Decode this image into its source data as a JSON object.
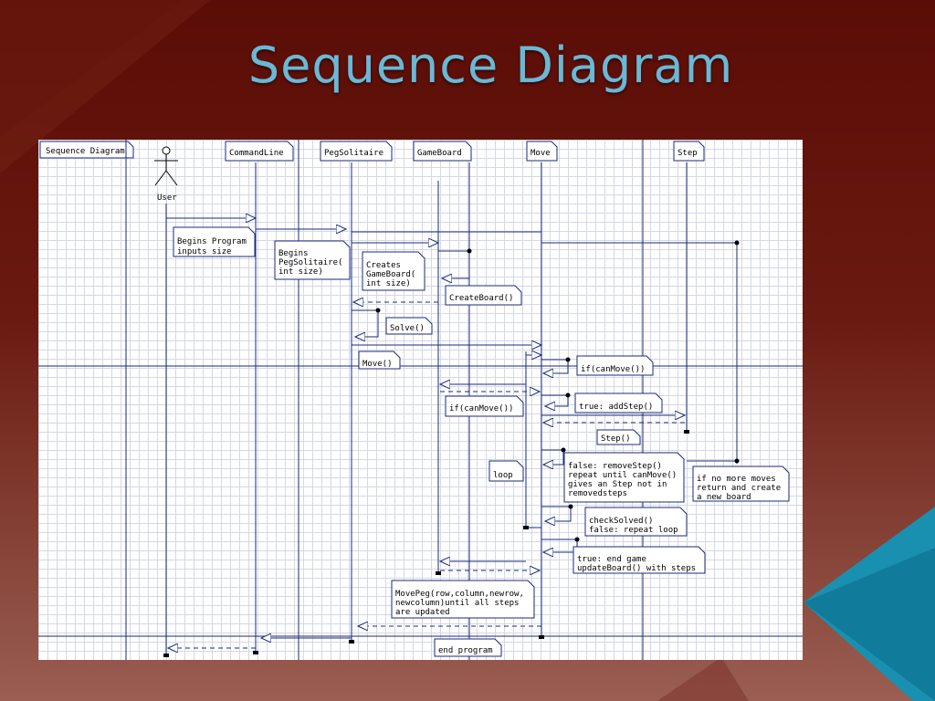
{
  "slide": {
    "title": "Sequence Diagram"
  },
  "frame": {
    "label": "Sequence Diagram"
  },
  "actor": {
    "label": "User"
  },
  "participants": [
    "CommandLine",
    "PegSolitaire",
    "GameBoard",
    "Move",
    "Step"
  ],
  "notes": [
    [
      "Begins Program",
      "inputs size"
    ],
    [
      "Begins",
      "PegSolitaire(",
      "int size)"
    ],
    [
      "Creates",
      "GameBoard(",
      "int size)"
    ],
    [
      "CreateBoard()"
    ],
    [
      "Solve()"
    ],
    [
      "Move()"
    ],
    [
      "if(canMove())"
    ],
    [
      "if(canMove())"
    ],
    [
      "true: addStep()"
    ],
    [
      "Step()"
    ],
    [
      "loop"
    ],
    [
      "false: removeStep()",
      "repeat until canMove()",
      "gives an Step not in",
      "removedsteps"
    ],
    [
      "if no more moves",
      "return and create",
      "a new board"
    ],
    [
      "checkSolved()",
      "false: repeat loop"
    ],
    [
      "true: end game",
      "updateBoard() with steps"
    ],
    [
      "MovePeg(row,column,newrow,",
      "newcolumn)until all steps",
      "are updated"
    ],
    [
      "end program"
    ]
  ],
  "colors": {
    "accent": "#6ab8d6",
    "line": "#1b2a7a",
    "background": "#5a0d06"
  }
}
